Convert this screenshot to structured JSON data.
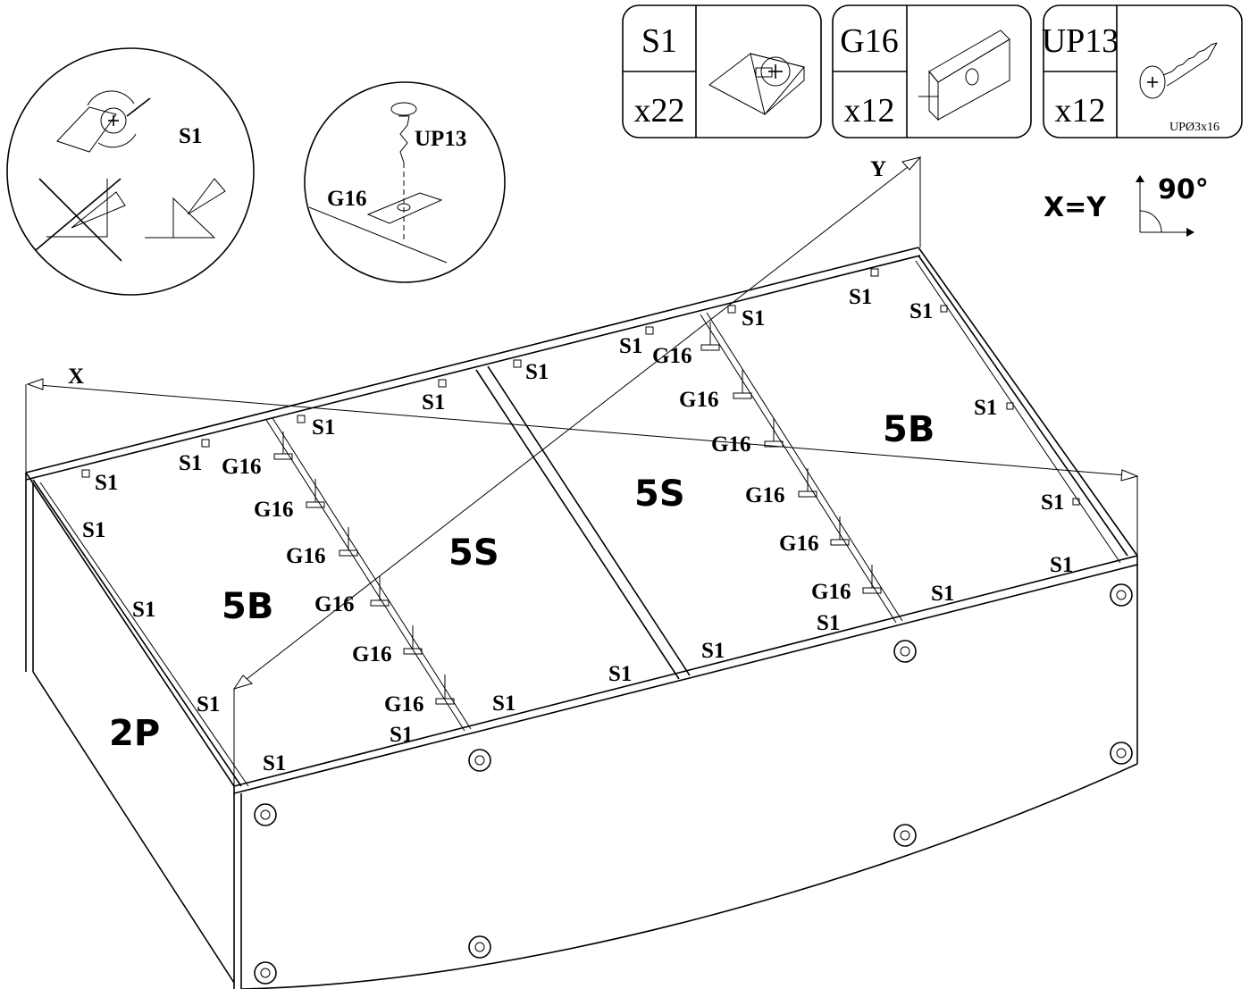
{
  "parts": [
    {
      "code": "S1",
      "qty": "x22",
      "icon": "cam-lock-fitting-icon"
    },
    {
      "code": "G16",
      "qty": "x12",
      "icon": "connector-plate-icon"
    },
    {
      "code": "UP13",
      "qty": "x12",
      "icon": "screw-icon",
      "spec": "UPØ3x16"
    }
  ],
  "detail_s1": {
    "label": "S1"
  },
  "detail_g16": {
    "screw_label": "UP13",
    "plate_label": "G16"
  },
  "square_check": {
    "equation": "X=Y",
    "angle": "90°"
  },
  "axes": {
    "x": "X",
    "y": "Y"
  },
  "panels": {
    "left_end": "5B",
    "left_shelf": "5S",
    "right_shelf": "5S",
    "right_end": "5B",
    "front": "2P"
  },
  "fastener_label_s1": "S1",
  "fastener_label_g16": "G16"
}
